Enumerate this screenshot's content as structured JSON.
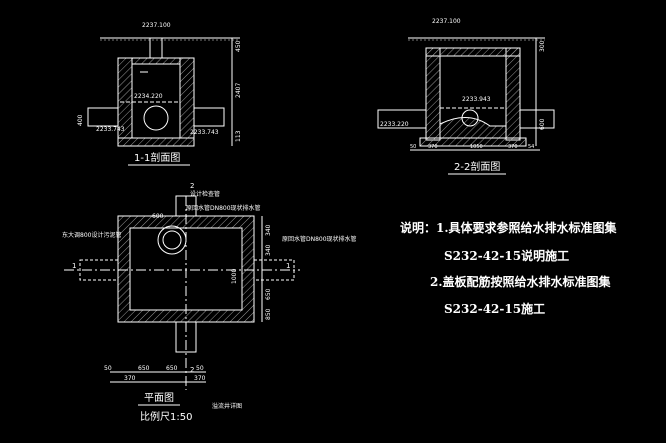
{
  "sections": {
    "s11": {
      "title": "1-1剖面图",
      "elev_top": "2237.100",
      "elev_mid": "2234.220",
      "elev_low_left": "2233.743",
      "elev_low_right": "2233.743",
      "dim_right": [
        "450",
        "2407",
        "113"
      ],
      "dim_left": "400"
    },
    "s22": {
      "title": "2-2剖面图",
      "elev_top": "2237.100",
      "elev_mid": "2233.943",
      "elev_left": "2233.220",
      "dim_right": [
        "300",
        "600"
      ],
      "dim_bottom": [
        "50",
        "370",
        "1050",
        "370",
        "54"
      ]
    },
    "plan": {
      "title": "平面图",
      "scale": "比例尺1:50",
      "label_inlet": "设计检查管",
      "label_pipe1": "原回水管DN800现状排水管",
      "label_pipe2": "原回水管DN800现状排水管",
      "label_left": "东大调800设计污泥管",
      "label_bottom": "溢流井详图",
      "cut_marks": [
        "2",
        "2",
        "1",
        "1"
      ],
      "dim_top": "600",
      "dim_right": [
        "340",
        "340",
        "1000",
        "650",
        "850"
      ],
      "dim_bottom": [
        "50",
        "650",
        "650",
        "50",
        "370",
        "370"
      ]
    }
  },
  "notes": {
    "line1": "说明：1.具体要求参照给水排水标准图集",
    "line2": "S232-42-15说明施工",
    "line3": "2.盖板配筋按照给水排水标准图集",
    "line4": "S232-42-15施工"
  }
}
